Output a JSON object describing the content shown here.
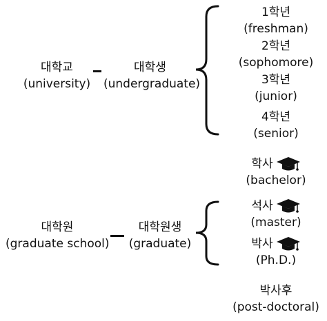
{
  "top": {
    "university": {
      "ko": "대학교",
      "en": "(university)"
    },
    "undergraduate": {
      "ko": "대학생",
      "en": "(undergraduate)"
    },
    "years": [
      {
        "ko": "1학년",
        "en": "(freshman)"
      },
      {
        "ko": "2학년",
        "en": "(sophomore)"
      },
      {
        "ko": "3학년",
        "en": "(junior)"
      },
      {
        "ko": "4학년",
        "en": "(senior)"
      }
    ]
  },
  "bachelor": {
    "ko": "학사",
    "en": "(bachelor)",
    "icon": "graduation-cap-icon"
  },
  "bottom": {
    "graduate_school": {
      "ko": "대학원",
      "en": "(graduate school)"
    },
    "graduate": {
      "ko": "대학원생",
      "en": "(graduate)"
    },
    "degrees": [
      {
        "ko": "석사",
        "en": "(master)",
        "icon": "graduation-cap-icon"
      },
      {
        "ko": "박사",
        "en": "(Ph.D.)",
        "icon": "graduation-cap-icon"
      }
    ]
  },
  "postdoc": {
    "ko": "박사후",
    "en": "(post-doctoral)"
  },
  "colors": {
    "text": "#111111",
    "line": "#111111",
    "background": "#ffffff"
  }
}
